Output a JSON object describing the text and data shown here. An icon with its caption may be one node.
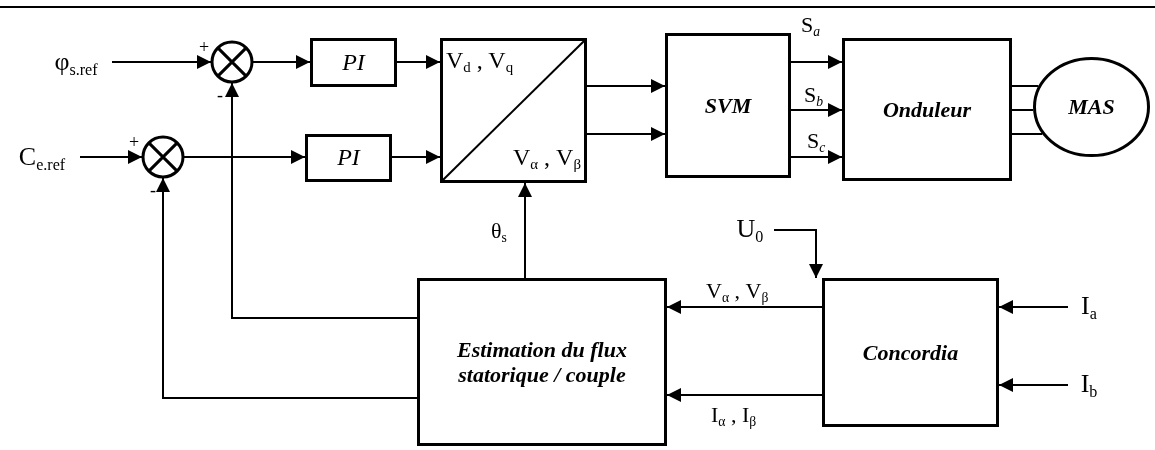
{
  "diagram": {
    "nodes": [
      {
        "text": [
          "φ$_{s.ref}$"
        ]
      },
      {
        "text": [
          "C$_{e.ref}$"
        ]
      },
      {
        "text": [],
        "shape": "circle"
      },
      {
        "text": [],
        "shape": "circle"
      },
      {
        "text": [
          "PI"
        ]
      },
      {
        "text": [
          "PI"
        ]
      },
      {
        "text": [
          "V$_{d}$ , V$_{q}$",
          "V$_{α}$ , V$_{β}$"
        ]
      },
      {
        "text": [
          "SVM"
        ]
      },
      {
        "text": [
          "Onduleur"
        ]
      },
      {
        "text": [
          "MAS"
        ]
      },
      {
        "text": [
          "Estimation du flux statorique / couple"
        ]
      },
      {
        "text": [
          "Concordia"
        ]
      },
      {
        "text": [
          "U$_{0}$"
        ]
      },
      {
        "text": [
          "I$_{a}$"
        ]
      },
      {
        "text": [
          "I$_{b}$"
        ]
      }
    ],
    "edges": [
      {
        "from": 0,
        "to": 2,
        "arrow": "to"
      },
      {
        "from": 1,
        "to": 3,
        "arrow": "to"
      },
      {
        "from": 2,
        "to": 4,
        "arrow": "to"
      },
      {
        "from": 3,
        "to": 5,
        "arrow": "to"
      },
      {
        "from": 4,
        "to": 6,
        "arrow": "to"
      },
      {
        "from": 5,
        "to": 6,
        "arrow": "to"
      },
      {
        "from": 6,
        "to": 7,
        "arrow": "to"
      },
      {
        "from": 6,
        "to": 7,
        "arrow": "to"
      },
      {
        "from": 7,
        "to": 8,
        "arrow": "to",
        "label": "S$_{a}$"
      },
      {
        "from": 7,
        "to": 8,
        "arrow": "to",
        "label": "S$_{b}$"
      },
      {
        "from": 7,
        "to": 8,
        "arrow": "to",
        "label": "S$_{c}$"
      },
      {
        "from": 8,
        "to": 9,
        "arrow": "none"
      },
      {
        "from": 8,
        "to": 9,
        "arrow": "none"
      },
      {
        "from": 8,
        "to": 9,
        "arrow": "none"
      },
      {
        "from": 10,
        "to": 6,
        "arrow": "to",
        "label": "θ$_{s}$"
      },
      {
        "from": 10,
        "to": 2,
        "arrow": "to"
      },
      {
        "from": 10,
        "to": 3,
        "arrow": "to"
      },
      {
        "from": 12,
        "to": 11,
        "arrow": "to"
      },
      {
        "from": 11,
        "to": 10,
        "arrow": "to",
        "label": "V$_{α}$ , V$_{β}$"
      },
      {
        "from": 11,
        "to": 10,
        "arrow": "to",
        "label": "I$_{α}$ , I$_{β}$"
      },
      {
        "from": 13,
        "to": 11,
        "arrow": "to"
      },
      {
        "from": 14,
        "to": 11,
        "arrow": "to"
      }
    ],
    "labels": [
      "+",
      "-",
      "+",
      "-"
    ]
  }
}
